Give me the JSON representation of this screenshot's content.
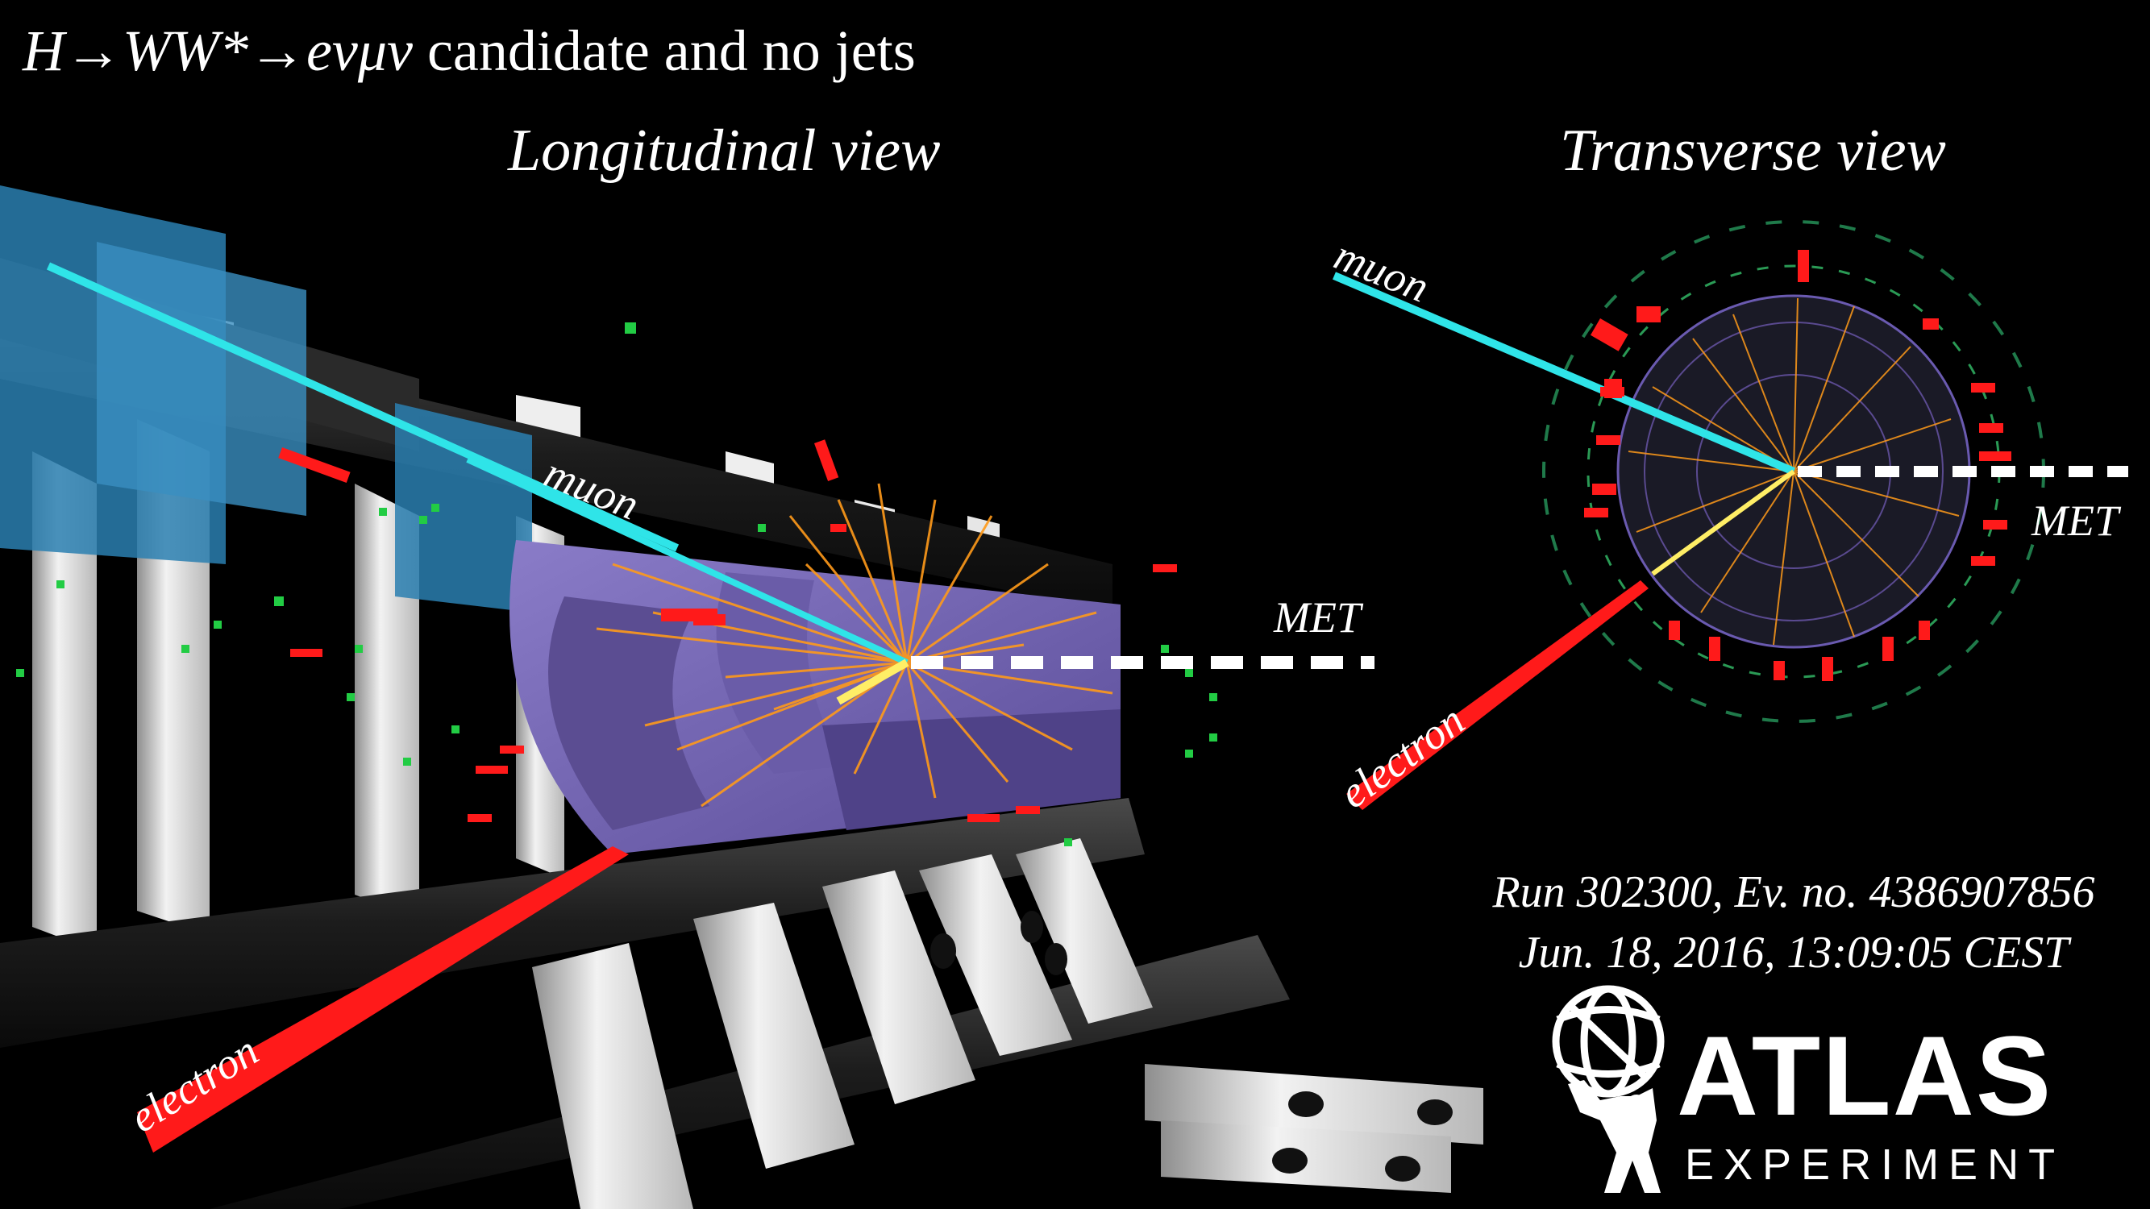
{
  "title": {
    "physics_part": "H→WW*→eνμν",
    "rest_part": " candidate and no jets"
  },
  "views": {
    "longitudinal": "Longitudinal view",
    "transverse": "Transverse view"
  },
  "labels": {
    "muon": "muon",
    "electron": "electron",
    "met": "MET"
  },
  "event": {
    "run_line": "Run 302300, Ev. no. 4386907856",
    "date_line": "Jun. 18, 2016, 13:09:05 CEST"
  },
  "logo": {
    "word": "ATLAS",
    "subword": "EXPERIMENT"
  },
  "colors": {
    "background": "#000000",
    "muon": "#2fe4e8",
    "electron": "#ff1a1a",
    "tracks": "#ff9a1a",
    "calorimeter": "#7a6bb8",
    "muon_chamber": "#2a7fb0",
    "structure": "#e8e8e8",
    "hits": "#22cc44"
  }
}
